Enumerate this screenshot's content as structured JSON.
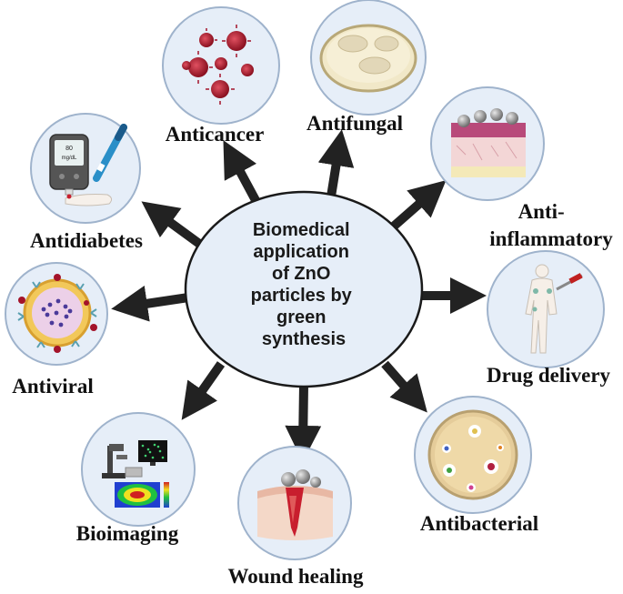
{
  "center": {
    "lines": [
      "Biomedical",
      "application",
      "of ZnO",
      "particles by",
      "green",
      "synthesis"
    ]
  },
  "nodes": [
    {
      "id": "anticancer",
      "label": "Anticancer",
      "icon": "cancer-cells-icon"
    },
    {
      "id": "antifungal",
      "label": "Antifungal",
      "icon": "petri-dish-fungi-icon"
    },
    {
      "id": "anti-inflammatory",
      "label_lines": [
        "Anti-",
        "inflammatory"
      ],
      "icon": "skin-tissue-icon"
    },
    {
      "id": "drug-delivery",
      "label": "Drug delivery",
      "icon": "human-injection-icon"
    },
    {
      "id": "antibacterial",
      "label": "Antibacterial",
      "icon": "bacterial-plate-icon"
    },
    {
      "id": "wound-healing",
      "label": "Wound healing",
      "icon": "skin-wound-icon"
    },
    {
      "id": "bioimaging",
      "label": "Bioimaging",
      "icon": "microscope-imaging-icon"
    },
    {
      "id": "antiviral",
      "label": "Antiviral",
      "icon": "virus-particle-icon"
    },
    {
      "id": "antidiabetes",
      "label": "Antidiabetes",
      "icon": "glucometer-insulin-pen-icon"
    }
  ],
  "glucometer": {
    "reading": "80",
    "unit": "mg/dL"
  },
  "colors": {
    "arrow": "#222222",
    "circle_fill": "#e6eef8",
    "circle_stroke": "#9fb3cc",
    "center_stroke": "#1a1a1a",
    "virus_red": "#a3132a",
    "nano_gray": "#8a8a8a"
  }
}
